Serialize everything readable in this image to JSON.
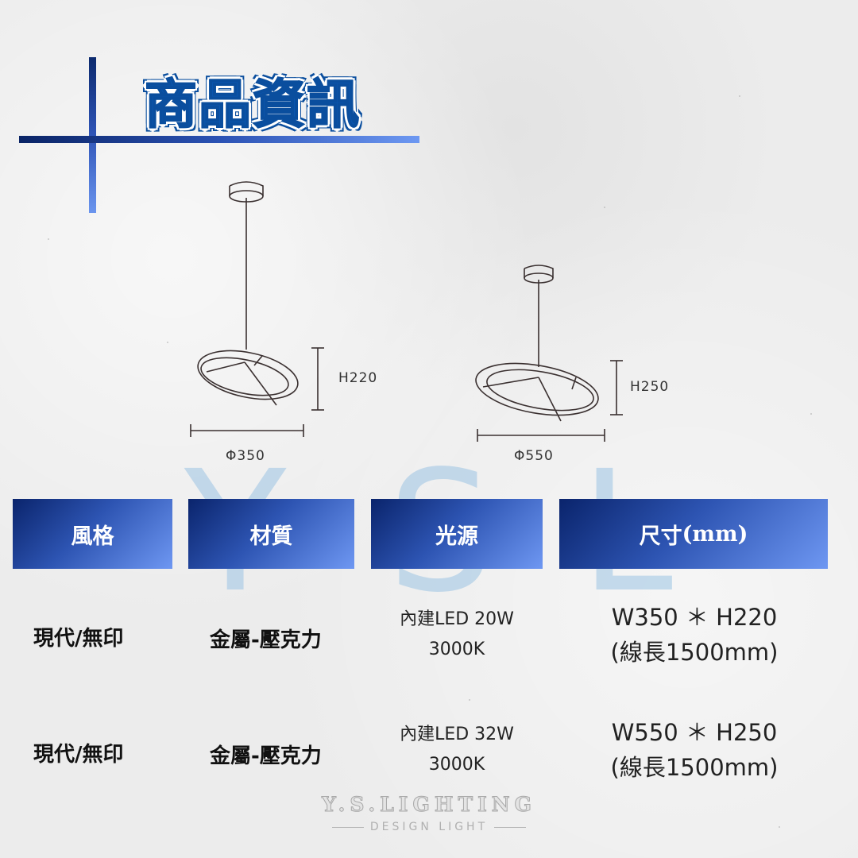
{
  "title": "商品資訊",
  "watermark": {
    "letters": [
      "Y",
      "S",
      "L"
    ]
  },
  "diagrams": [
    {
      "id": "small",
      "height_label": "H220",
      "diameter_label": "Φ350"
    },
    {
      "id": "large",
      "height_label": "H250",
      "diameter_label": "Φ550"
    }
  ],
  "table": {
    "headers": [
      {
        "label": "風格"
      },
      {
        "label": "材質"
      },
      {
        "label": "光源"
      },
      {
        "label": "尺寸",
        "unit": "(mm)"
      }
    ],
    "rows": [
      {
        "style": "現代/無印",
        "material": "金屬-壓克力",
        "light_line1": "內建LED 20W",
        "light_line2": "3000K",
        "size_line1": "W350 ＊ H220",
        "size_line2": "(線長1500mm)"
      },
      {
        "style": "現代/無印",
        "material": "金屬-壓克力",
        "light_line1": "內建LED 32W",
        "light_line2": "3000K",
        "size_line1": "W550 ＊ H250",
        "size_line2": "(線長1500mm)"
      }
    ]
  },
  "brand": {
    "name": "Y.S.LIGHTING",
    "tagline": "DESIGN LIGHT"
  },
  "colors": {
    "accent_dark": "#0a246c",
    "accent_light": "#6e97f2",
    "title_blue": "#0b57b0",
    "watermark": "#9cc4e4"
  }
}
